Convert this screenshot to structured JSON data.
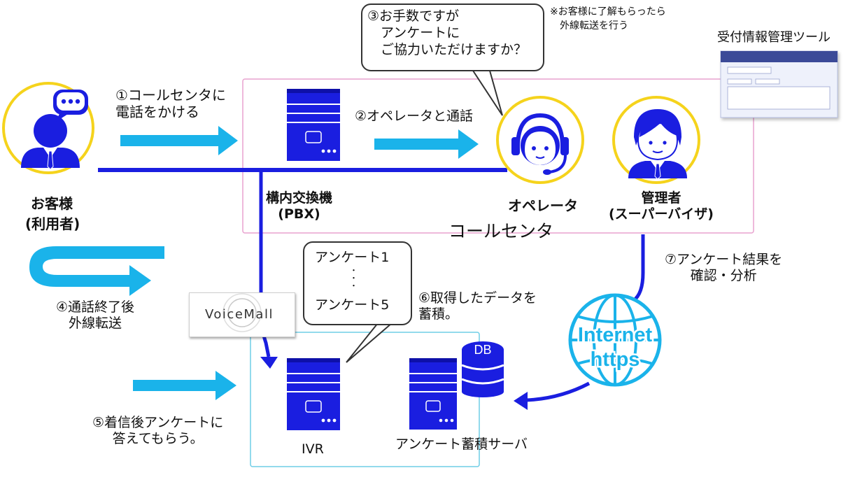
{
  "customer": {
    "name": "お客様",
    "sub": "(利用者)"
  },
  "steps": {
    "s1": "①コールセンタに\n電話をかける",
    "s2": "②オペレータと通話",
    "s3": "③お手数ですが\n　アンケートに\n　ご協力いただけますか？",
    "s3_note": "※お客様に了解もらったら\n　外線転送を行う",
    "s4": "④通話終了後\n外線転送",
    "s5": "⑤着信後アンケートに\n答えてもらう。",
    "s6": "⑥取得したデータを\n蓄積。",
    "s7": "⑦アンケート結果を\n確認・分析"
  },
  "pbx": {
    "label": "構内交換機\n(PBX)"
  },
  "operator": {
    "label": "オペレータ"
  },
  "admin": {
    "label": "管理者\n(スーパーバイザ)"
  },
  "call_center": {
    "label": "コールセンタ"
  },
  "tool": {
    "label": "受付情報管理ツール"
  },
  "survey_bubble": {
    "first": "アンケート1",
    "dots": "・\n・\n・",
    "last": "アンケート5"
  },
  "voicemall": {
    "label": "VoiceMall"
  },
  "ivr": {
    "label": "IVR"
  },
  "db": {
    "label": "DB"
  },
  "survey_server": {
    "label": "アンケート蓄積サーバ"
  },
  "internet": {
    "line1": "Internet",
    "line2": "https"
  },
  "colors": {
    "line": "#1a1ee0",
    "arrow": "#1ab3ea",
    "ring": "#f5d31c",
    "server": "#1a1ee0",
    "pink": "#e9a2cf",
    "cyan": "#6fcde6"
  }
}
